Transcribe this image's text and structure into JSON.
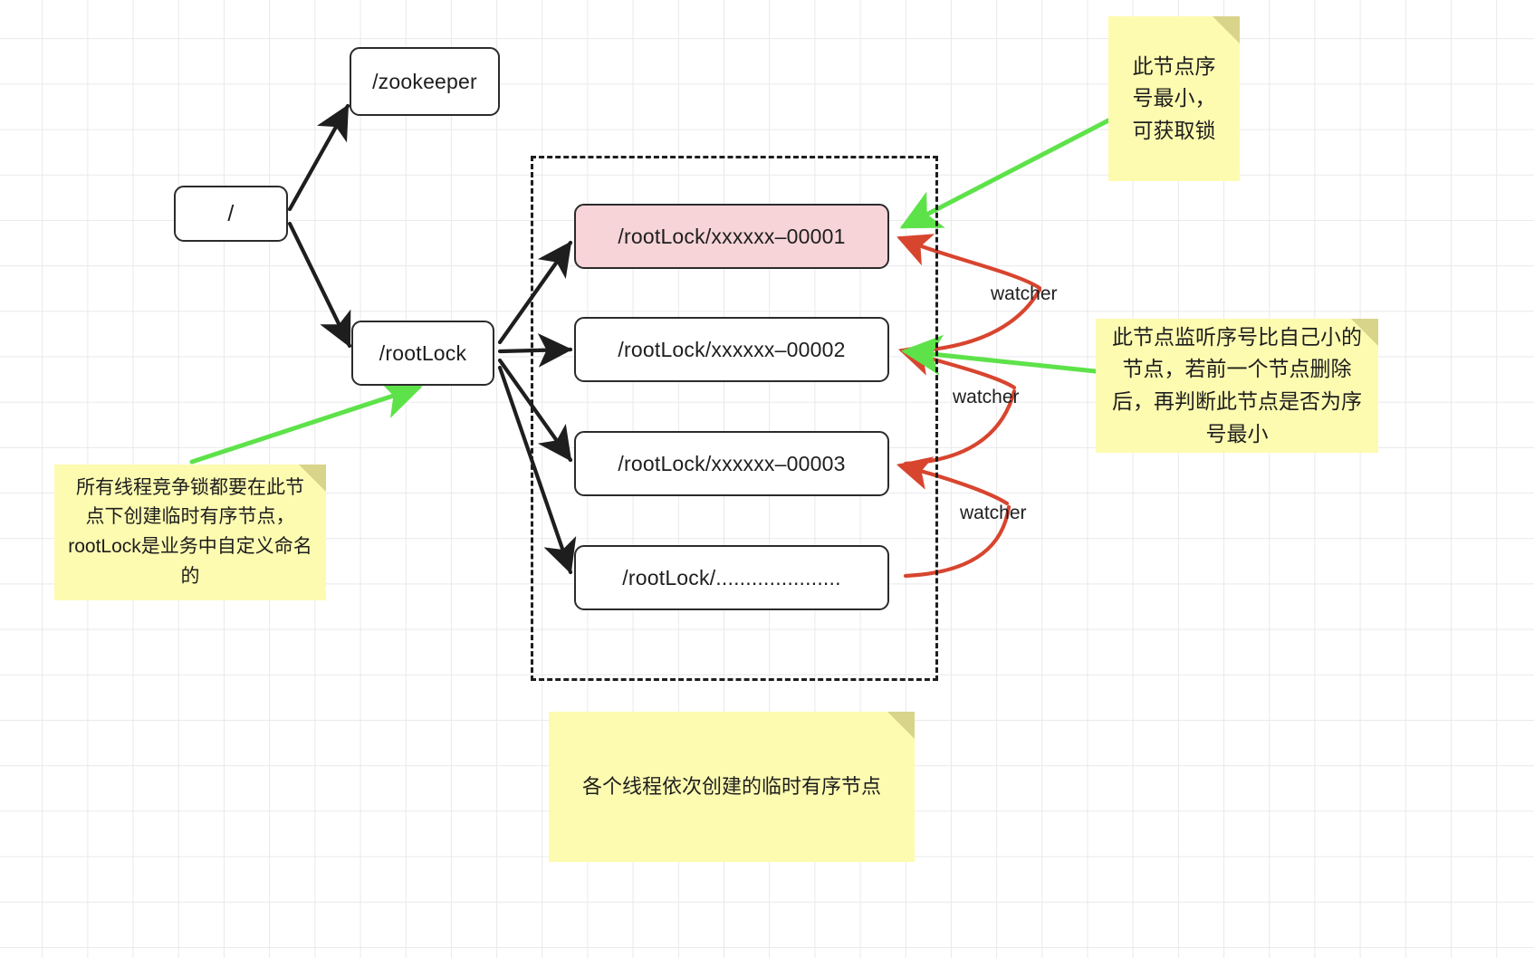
{
  "diagram": {
    "title": "ZooKeeper distributed lock diagram",
    "background": "#ffffff",
    "grid": true,
    "colors": {
      "stroke": "#1e1e1e",
      "highlight_fill": "#f7d4d8",
      "note_fill": "#fdfbb0",
      "note_fold": "#d8d48a",
      "watcher_arrow": "#d8452f",
      "pointer_arrow": "#5ee24a"
    }
  },
  "nodes": {
    "root": "/",
    "zookeeper": "/zookeeper",
    "rootlock": "/rootLock",
    "children": [
      {
        "label": "/rootLock/xxxxxx–00001",
        "highlight": true
      },
      {
        "label": "/rootLock/xxxxxx–00002",
        "highlight": false
      },
      {
        "label": "/rootLock/xxxxxx–00003",
        "highlight": false
      },
      {
        "label": "/rootLock/.....................",
        "highlight": false
      }
    ]
  },
  "watchers": [
    {
      "label": "watcher"
    },
    {
      "label": "watcher"
    },
    {
      "label": "watcher"
    }
  ],
  "notes": {
    "top_right": "此节点序号最小，可获取锁",
    "right": "此节点监听序号比自己小的节点，若前一个节点删除后，再判断此节点是否为序号最小",
    "bottom_left": "所有线程竞争锁都要在此节点下创建临时有序节点，rootLock是业务中自定义命名的",
    "bottom": "各个线程依次创建的临时有序节点"
  }
}
